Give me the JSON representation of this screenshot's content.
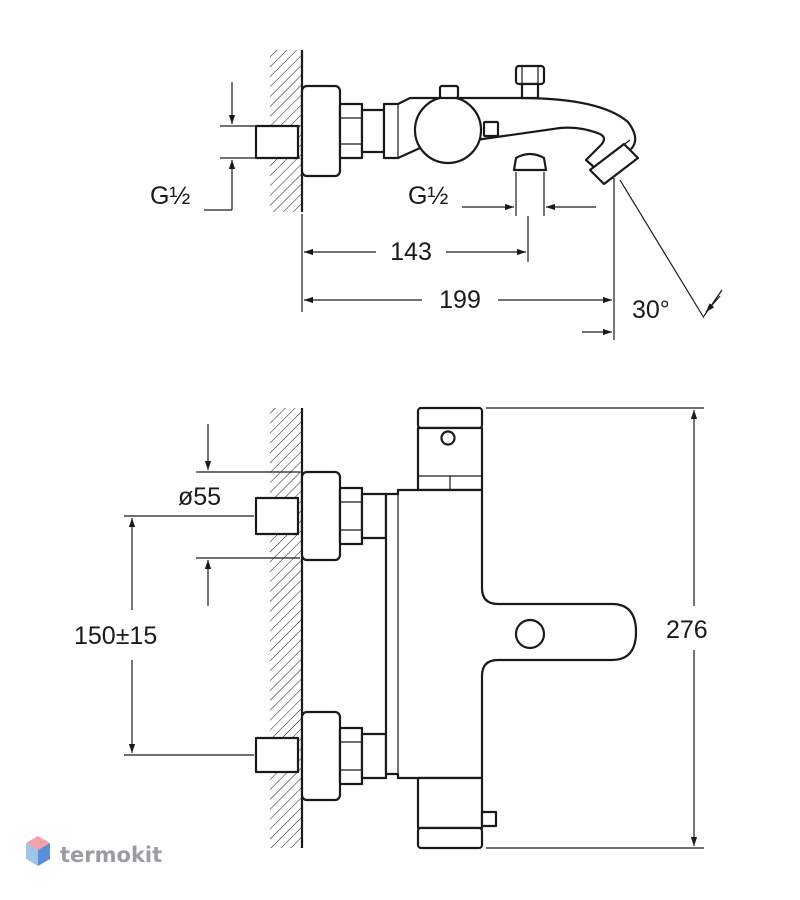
{
  "drawing": {
    "top_view": {
      "thread_left": "G½",
      "thread_right": "G½",
      "dim_143": "143",
      "dim_199": "199",
      "angle": "30°"
    },
    "front_view": {
      "diameter": "ø55",
      "spacing": "150±15",
      "height": "276"
    }
  },
  "brand": {
    "name": "termokit",
    "colors": {
      "logo_top": "#f4a0a8",
      "logo_left": "#9ec4ec",
      "logo_right": "#5c8ed8"
    }
  }
}
